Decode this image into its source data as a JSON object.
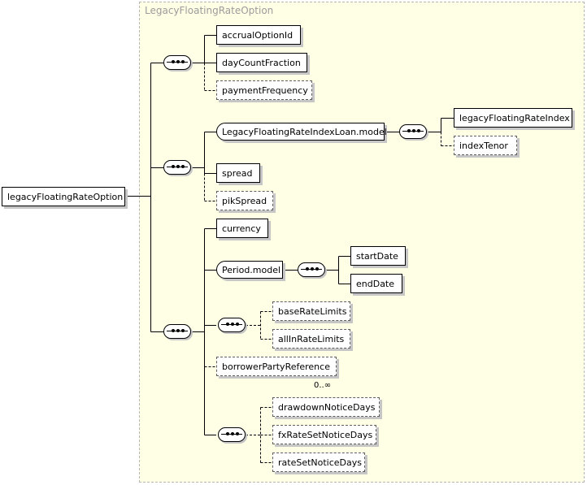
{
  "type_label": "LegacyFloatingRateOption",
  "root": "legacyFloatingRateOption",
  "group1": {
    "accrualOptionId": "accrualOptionId",
    "dayCountFraction": "dayCountFraction",
    "paymentFrequency": "paymentFrequency"
  },
  "group2": {
    "model": "LegacyFloatingRateIndexLoan.model",
    "legacyFloatingRateIndex": "legacyFloatingRateIndex",
    "indexTenor": "indexTenor",
    "spread": "spread",
    "pikSpread": "pikSpread"
  },
  "group3": {
    "currency": "currency",
    "period_model": "Period.model",
    "startDate": "startDate",
    "endDate": "endDate",
    "baseRateLimits": "baseRateLimits",
    "allInRateLimits": "allInRateLimits",
    "borrowerPartyReference": "borrowerPartyReference",
    "borrower_multiplicity": "0..∞",
    "drawdownNoticeDays": "drawdownNoticeDays",
    "fxRateSetNoticeDays": "fxRateSetNoticeDays",
    "rateSetNoticeDays": "rateSetNoticeDays"
  },
  "colors": {
    "type_fill": "#ffffe6",
    "type_border": "#b6b6b6",
    "shadow": "#c6c6c6"
  }
}
